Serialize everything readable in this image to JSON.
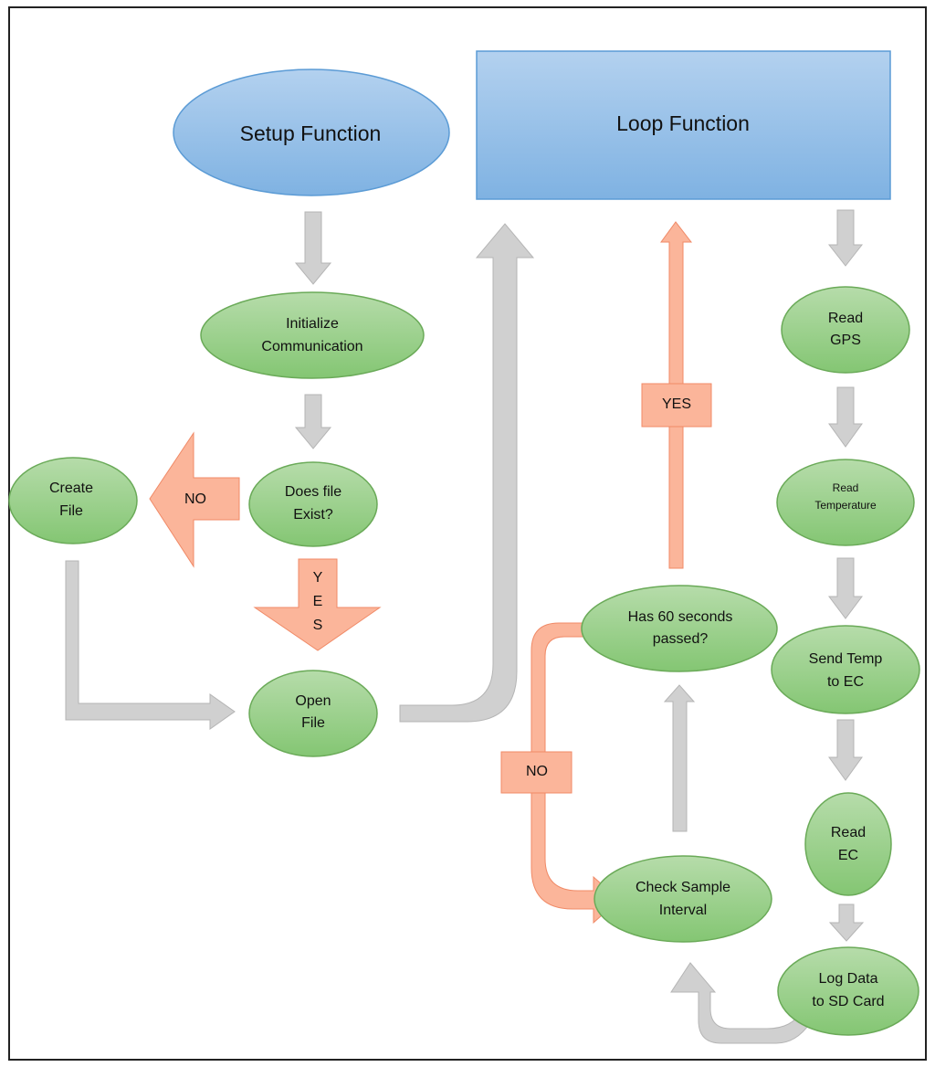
{
  "colors": {
    "blue_light": "#b3d1ef",
    "blue_dark": "#7fb2e2",
    "blue_stroke": "#5b9bd5",
    "green_light": "#b6dcaa",
    "green_dark": "#84c673",
    "green_stroke": "#6aaa58",
    "orange": "#fbb59a",
    "orange_stroke": "#f08a67",
    "gray_arrow": "#d0d0d0",
    "gray_stroke": "#b5b5b5"
  },
  "nodes": {
    "setup_function": "Setup Function",
    "loop_function": "Loop Function",
    "initialize_line1": "Initialize",
    "initialize_line2": "Communication",
    "does_file_line1": "Does file",
    "does_file_line2": "Exist?",
    "create_file_line1": "Create",
    "create_file_line2": "File",
    "open_file_line1": "Open",
    "open_file_line2": "File",
    "read_gps_line1": "Read",
    "read_gps_line2": "GPS",
    "read_temp_line1": "Read",
    "read_temp_line2": "Temperature",
    "send_temp_line1": "Send Temp",
    "send_temp_line2": "to EC",
    "read_ec_line1": "Read",
    "read_ec_line2": "EC",
    "log_data_line1": "Log Data",
    "log_data_line2": "to SD Card",
    "has60_line1": "Has 60 seconds",
    "has60_line2": "passed?",
    "check_line1": "Check Sample",
    "check_line2": "Interval"
  },
  "labels": {
    "no_create": "NO",
    "yes_down_y": "Y",
    "yes_down_e": "E",
    "yes_down_s": "S",
    "yes_up": "YES",
    "no_loop": "NO"
  }
}
